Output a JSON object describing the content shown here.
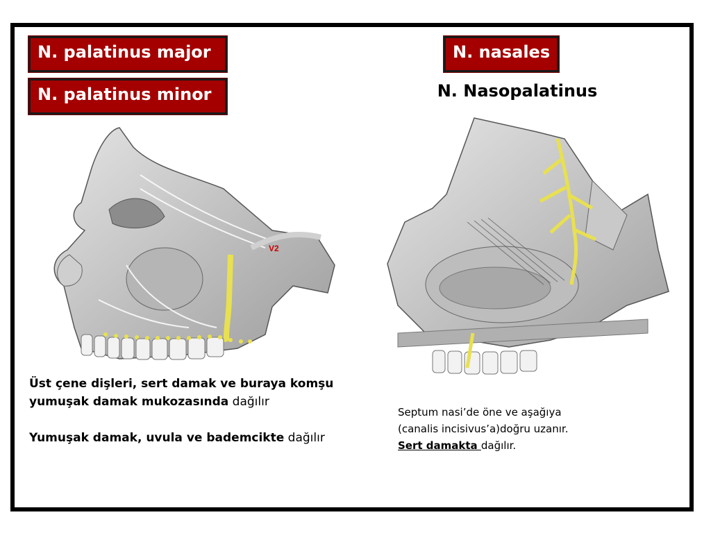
{
  "labels": {
    "palatinus_major": "N. palatinus major",
    "palatinus_minor": "N. palatinus minor",
    "nasales": "N. nasales",
    "nasopalatinus": "N. Nasopalatinus"
  },
  "left_figure": {
    "marker": "V2"
  },
  "left_caption": {
    "line1_bold": "Üst çene dişleri, sert damak ve buraya komşu",
    "line2_bold": "yumuşak damak mukozasında",
    "line2_rest": " dağılır",
    "line3_bold": "Yumuşak damak, uvula ve bademcikte",
    "line3_rest": " dağılır"
  },
  "right_caption": {
    "line1": "Septum nasi’de öne ve aşağıya",
    "line2": "(canalis incisivus’a)doğru uzanır.",
    "line3_underlined": "Sert damakta ",
    "line3_rest": "dağılır."
  },
  "colors": {
    "label_bg": "#a40000",
    "nerve": "#e8e050",
    "marker": "#cc0000"
  }
}
